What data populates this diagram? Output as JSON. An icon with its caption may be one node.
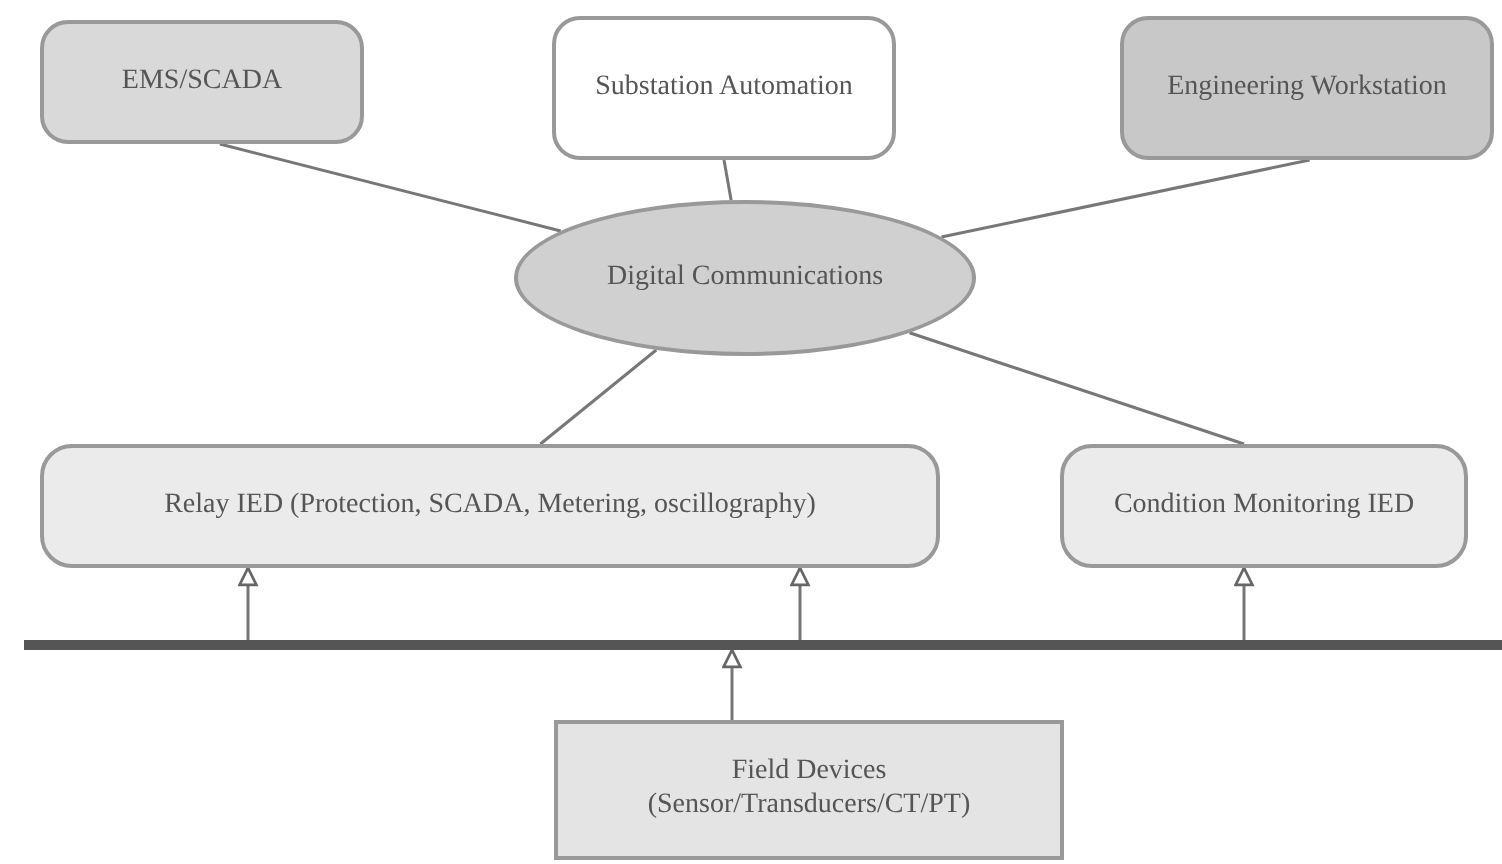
{
  "diagram": {
    "nodes": [
      {
        "text": [
          "EMS/SCADA"
        ]
      },
      {
        "text": [
          "Substation Automation"
        ]
      },
      {
        "text": [
          "Engineering Workstation"
        ]
      },
      {
        "text": [
          "Digital Communications"
        ]
      },
      {
        "text": [
          "Relay IED (Protection, SCADA, Metering, oscillography)"
        ]
      },
      {
        "text": [
          "Condition Monitoring IED"
        ]
      },
      {
        "text": [],
        "shape": "bar"
      },
      {
        "text": [
          "Field Devices (Sensor/Transducers/CT/PT)"
        ]
      }
    ],
    "edges": [
      {
        "from": 3,
        "to": 0,
        "arrow": "none"
      },
      {
        "from": 3,
        "to": 1,
        "arrow": "none"
      },
      {
        "from": 3,
        "to": 2,
        "arrow": "none"
      },
      {
        "from": 3,
        "to": 4,
        "arrow": "none"
      },
      {
        "from": 3,
        "to": 5,
        "arrow": "none"
      },
      {
        "from": 6,
        "to": 4,
        "arrow": "to"
      },
      {
        "from": 6,
        "to": 4,
        "arrow": "to"
      },
      {
        "from": 6,
        "to": 5,
        "arrow": "to"
      },
      {
        "from": 7,
        "to": 6,
        "arrow": "to"
      }
    ]
  }
}
